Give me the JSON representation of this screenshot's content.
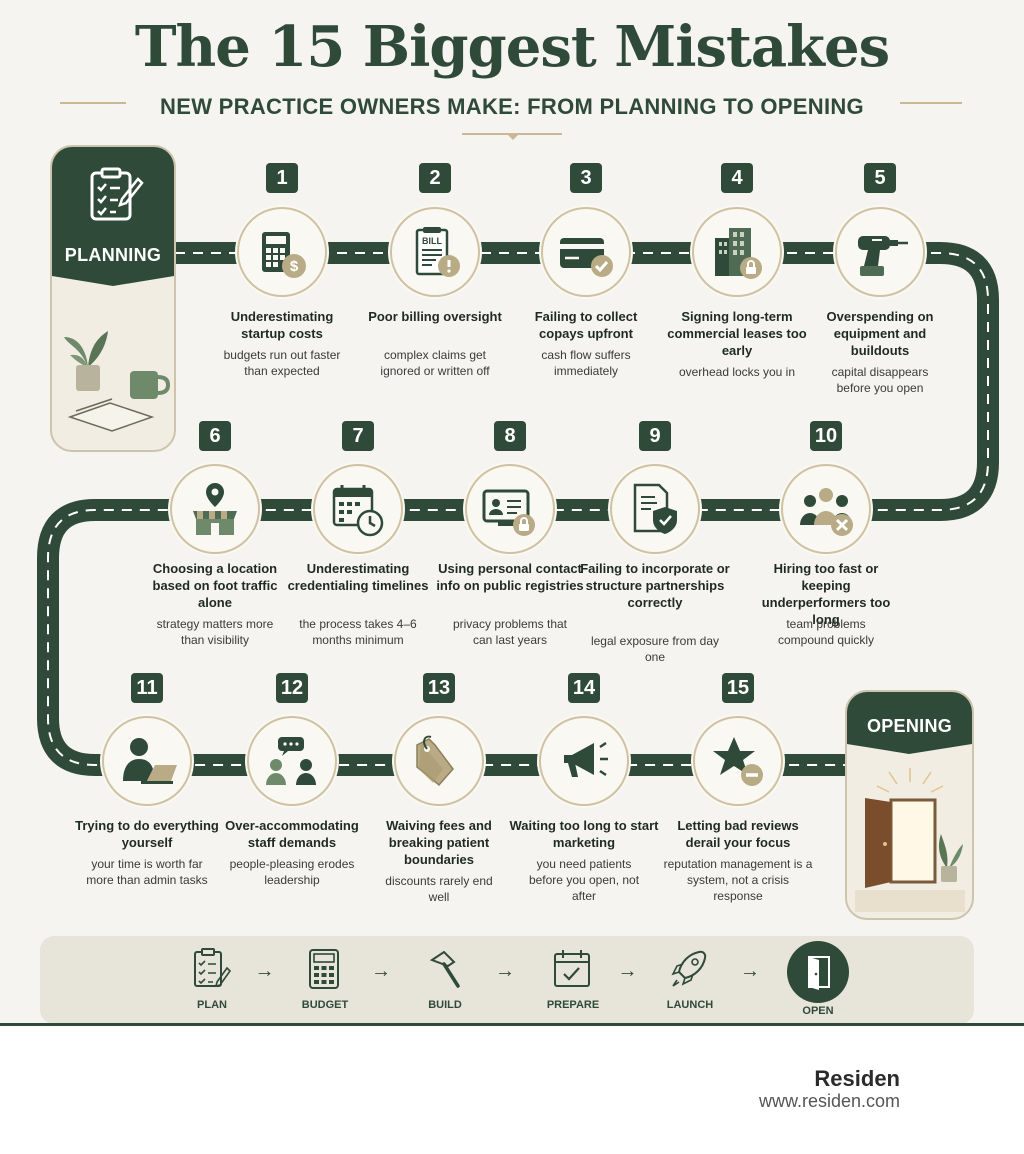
{
  "header": {
    "title": "The 15 Biggest Mistakes",
    "subtitle": "NEW PRACTICE OWNERS MAKE: FROM PLANNING TO OPENING"
  },
  "cards": {
    "start_label": "PLANNING",
    "end_label": "OPENING"
  },
  "colors": {
    "primary": "#2f4a38",
    "accent": "#c9b896",
    "background": "#f5f4f0"
  },
  "mistakes": [
    {
      "num": "1",
      "title": "Underestimating startup costs",
      "desc": "budgets run out faster than expected",
      "icon": "calculator-dollar-icon"
    },
    {
      "num": "2",
      "title": "Poor billing oversight",
      "desc": "complex claims get ignored or written off",
      "icon": "bill-warning-icon",
      "icon_text": "BILL"
    },
    {
      "num": "3",
      "title": "Failing to collect copays upfront",
      "desc": "cash flow suffers immediately",
      "icon": "credit-card-check-icon"
    },
    {
      "num": "4",
      "title": "Signing long-term commercial leases too early",
      "desc": "overhead locks you in",
      "icon": "building-lock-icon"
    },
    {
      "num": "5",
      "title": "Overspending on equipment and buildouts",
      "desc": "capital disappears before you open",
      "icon": "drill-icon"
    },
    {
      "num": "6",
      "title": "Choosing a location based on foot traffic alone",
      "desc": "strategy matters more than visibility",
      "icon": "storefront-pin-icon"
    },
    {
      "num": "7",
      "title": "Underestimating credentialing timelines",
      "desc": "the process takes 4–6 months minimum",
      "icon": "calendar-clock-icon"
    },
    {
      "num": "8",
      "title": "Using personal contact info on public registries",
      "desc": "privacy problems that can last years",
      "icon": "profile-lock-icon"
    },
    {
      "num": "9",
      "title": "Failing to incorporate or structure partnerships correctly",
      "desc": "legal exposure from day one",
      "icon": "document-shield-icon"
    },
    {
      "num": "10",
      "title": "Hiring too fast or keeping underperformers too long",
      "desc": "team problems compound quickly",
      "icon": "team-x-icon"
    },
    {
      "num": "11",
      "title": "Trying to do everything yourself",
      "desc": "your time is worth far more than admin tasks",
      "icon": "person-laptop-icon"
    },
    {
      "num": "12",
      "title": "Over-accommodating staff demands",
      "desc": "people-pleasing erodes leadership",
      "icon": "people-chat-icon"
    },
    {
      "num": "13",
      "title": "Waiving fees and breaking patient boundaries",
      "desc": "discounts rarely end well",
      "icon": "price-tag-icon"
    },
    {
      "num": "14",
      "title": "Waiting too long to start marketing",
      "desc": "you need patients before you open, not after",
      "icon": "megaphone-icon"
    },
    {
      "num": "15",
      "title": "Letting bad reviews derail your focus",
      "desc": "reputation management is a system, not a crisis response",
      "icon": "star-minus-icon"
    }
  ],
  "steps": [
    {
      "label": "PLAN",
      "icon": "clipboard-icon"
    },
    {
      "label": "BUDGET",
      "icon": "calculator-icon"
    },
    {
      "label": "BUILD",
      "icon": "hammer-icon"
    },
    {
      "label": "PREPARE",
      "icon": "calendar-check-icon"
    },
    {
      "label": "LAUNCH",
      "icon": "rocket-icon"
    },
    {
      "label": "OPEN",
      "icon": "door-icon"
    }
  ],
  "footer": {
    "brand": "Residen",
    "url": "www.residen.com"
  }
}
